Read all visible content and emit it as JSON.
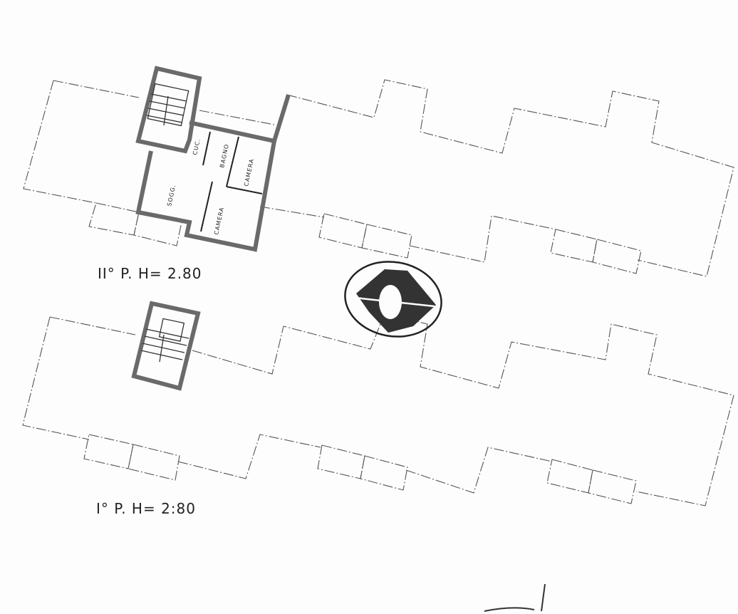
{
  "plans": [
    {
      "floor_label": "II° P.  H=  2.80",
      "rooms": [
        "CUC.",
        "BAGNO",
        "CAMERA",
        "SOGG.",
        "CAMERA"
      ]
    },
    {
      "floor_label": "I° P.  H= 2:80"
    }
  ],
  "stamp": {
    "shape": "ellipse-logo",
    "color": "#333333"
  },
  "colors": {
    "paper": "#fdfdfd",
    "walls": "#6a6a6a",
    "lines": "#555555"
  }
}
